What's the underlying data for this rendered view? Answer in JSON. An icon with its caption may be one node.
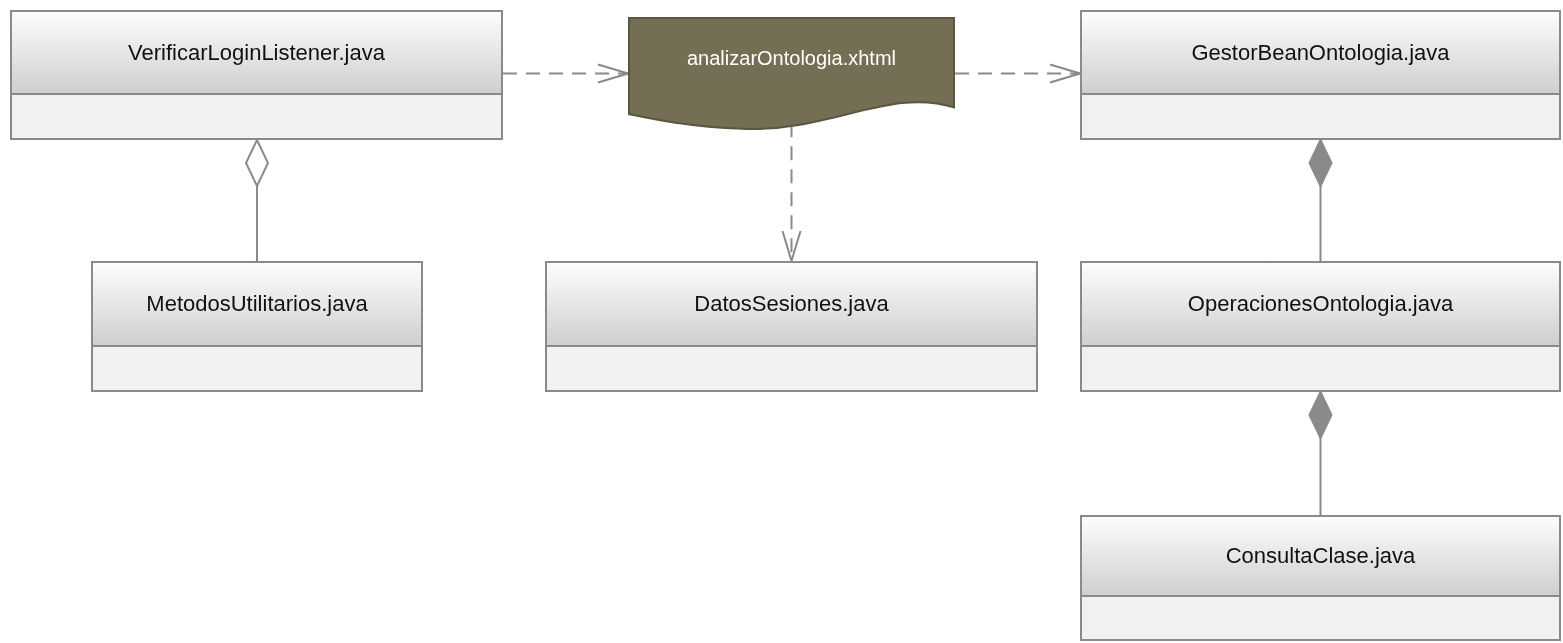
{
  "diagram": {
    "nodes": [
      {
        "text": [
          "VerificarLoginListener.java"
        ]
      },
      {
        "text": [
          "analizarOntologia.xhtml"
        ]
      },
      {
        "text": [
          "GestorBeanOntologia.java"
        ]
      },
      {
        "text": [
          "MetodosUtilitarios.java"
        ]
      },
      {
        "text": [
          "DatosSesiones.java"
        ]
      },
      {
        "text": [
          "OperacionesOntologia.java"
        ]
      },
      {
        "text": [
          "ConsultaClase.java"
        ]
      }
    ],
    "edges": [
      {
        "from": 0,
        "to": 1,
        "arrow": "to",
        "style": "dashed"
      },
      {
        "from": 1,
        "to": 2,
        "arrow": "to",
        "style": "dashed"
      },
      {
        "from": 1,
        "to": 4,
        "arrow": "to",
        "style": "dashed"
      },
      {
        "from": 3,
        "to": 0,
        "arrow": "other"
      },
      {
        "from": 5,
        "to": 2,
        "arrow": "other"
      },
      {
        "from": 6,
        "to": 5,
        "arrow": "other"
      }
    ]
  }
}
